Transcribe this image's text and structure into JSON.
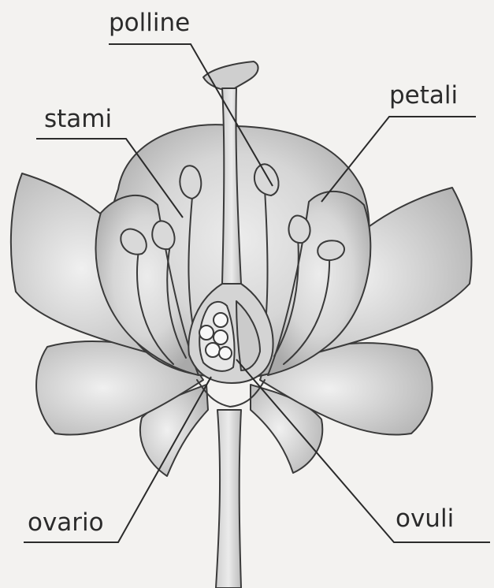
{
  "labels": {
    "polline": "polline",
    "stami": "stami",
    "petali": "petali",
    "ovario": "ovario",
    "ovuli": "ovuli"
  },
  "colors": {
    "line": "#3a3a3a",
    "petal_shade": "#b9b9b9",
    "background": "#f3f2f0"
  }
}
